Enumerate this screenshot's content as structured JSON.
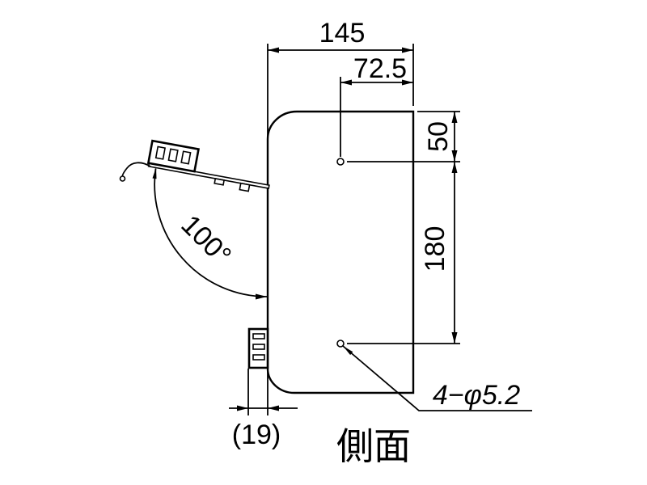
{
  "drawing": {
    "view_title": "側面",
    "dims": {
      "overall_width": "145",
      "hole_offset_x": "72.5",
      "hole_offset_top": "50",
      "hole_pitch": "180",
      "terminal_depth": "(19)",
      "lid_open_angle": "100°",
      "mounting_holes": "4−φ5.2"
    },
    "colors": {
      "line": "#000000",
      "background": "#ffffff"
    }
  }
}
